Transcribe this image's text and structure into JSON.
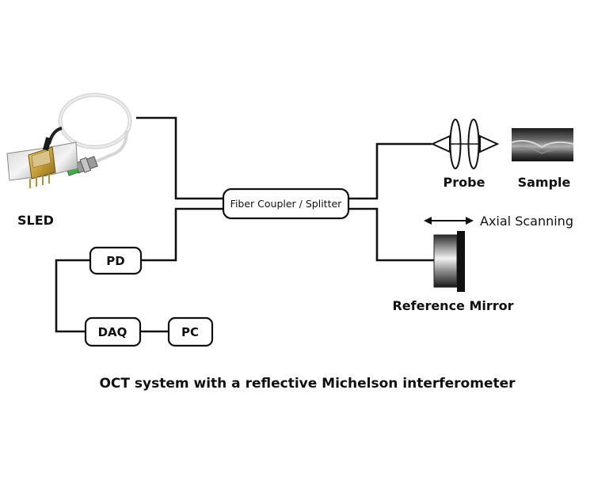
{
  "source": {
    "label": "SLED"
  },
  "coupler": {
    "label": "Fiber Coupler / Splitter"
  },
  "probe": {
    "label": "Probe"
  },
  "sample": {
    "label": "Sample"
  },
  "reference": {
    "label": "Reference Mirror",
    "scan_label": "Axial Scanning"
  },
  "detector": {
    "label": "PD"
  },
  "daq": {
    "label": "DAQ"
  },
  "computer": {
    "label": "PC"
  },
  "caption": "OCT system with a reflective Michelson interferometer"
}
